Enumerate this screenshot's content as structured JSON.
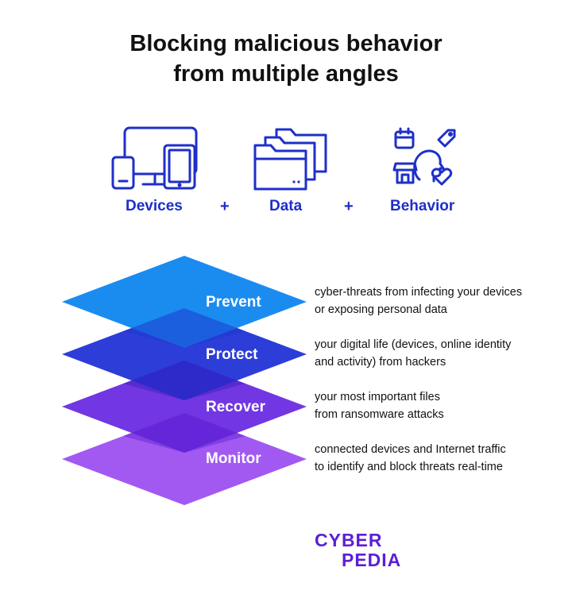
{
  "title": {
    "line1": "Blocking malicious behavior",
    "line2": "from multiple angles"
  },
  "categories": [
    {
      "label": "Devices",
      "icon": "devices-icon"
    },
    {
      "label": "Data",
      "icon": "folders-icon"
    },
    {
      "label": "Behavior",
      "icon": "behavior-icon"
    }
  ],
  "plus": "+",
  "layers": [
    {
      "label": "Prevent",
      "color": "#1a8cf0",
      "desc1": "cyber-threats from infecting your devices",
      "desc2": "or exposing personal data"
    },
    {
      "label": "Protect",
      "color": "#2233d6",
      "desc1": "your digital life (devices, online identity",
      "desc2": "and activity) from hackers"
    },
    {
      "label": "Recover",
      "color": "#6a2be0",
      "desc1": "your most important files",
      "desc2": "from ransomware attacks"
    },
    {
      "label": "Monitor",
      "color": "#a259f2",
      "desc1": "connected devices and Internet traffic",
      "desc2": "to identify and block threats real-time"
    }
  ],
  "logo": {
    "line1": "CYBER",
    "line2": "PEDIA"
  },
  "colors": {
    "accent": "#1e2fc9",
    "logo": "#5b1fd6"
  }
}
